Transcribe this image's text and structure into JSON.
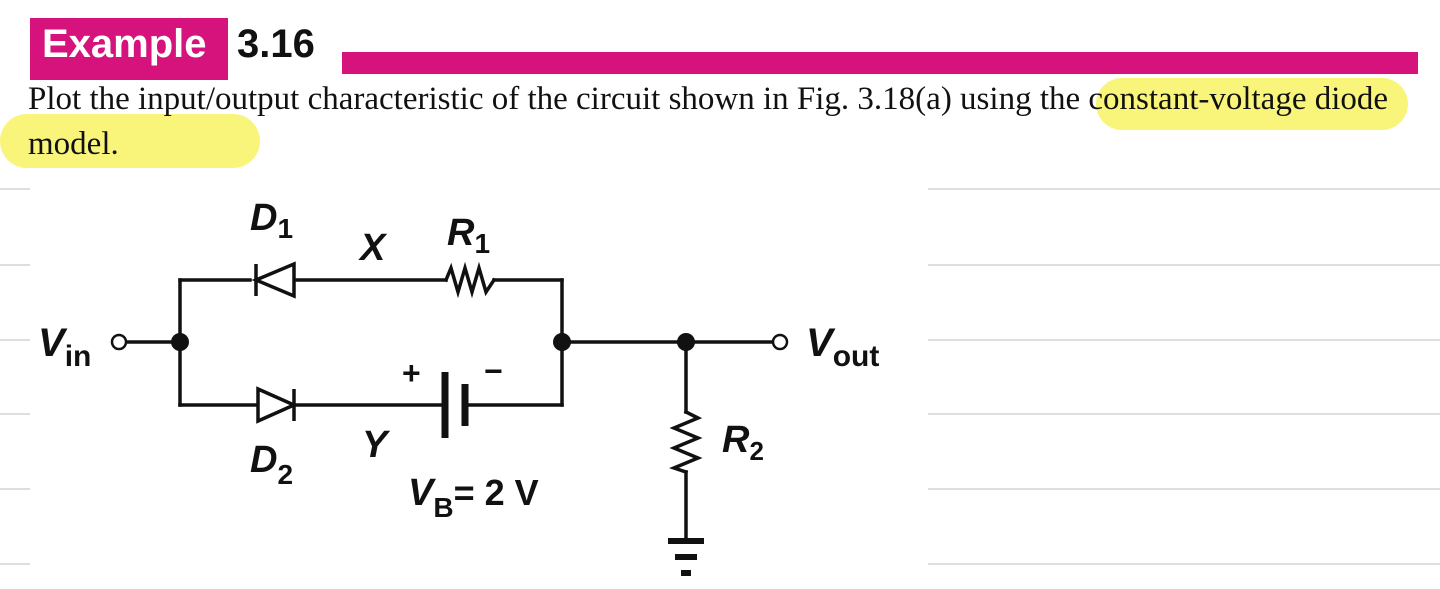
{
  "header": {
    "example_label": "Example",
    "example_number": "3.16",
    "accent_color": "#d6137d"
  },
  "problem": {
    "text": "Plot the input/output characteristic of the circuit shown in Fig. 3.18(a) using the constant-voltage diode model.",
    "highlight_color": "#f9f57a"
  },
  "circuit": {
    "d1": {
      "letter": "D",
      "sub": "1"
    },
    "d2": {
      "letter": "D",
      "sub": "2"
    },
    "r1": {
      "letter": "R",
      "sub": "1"
    },
    "r2": {
      "letter": "R",
      "sub": "2"
    },
    "node_x": "X",
    "node_y": "Y",
    "vin": {
      "letter": "V",
      "sub": "in"
    },
    "vout": {
      "letter": "V",
      "sub": "out"
    },
    "vb": {
      "letter": "V",
      "sub": "B",
      "value": "= 2 V"
    },
    "battery_plus": "+",
    "battery_minus": "−"
  }
}
